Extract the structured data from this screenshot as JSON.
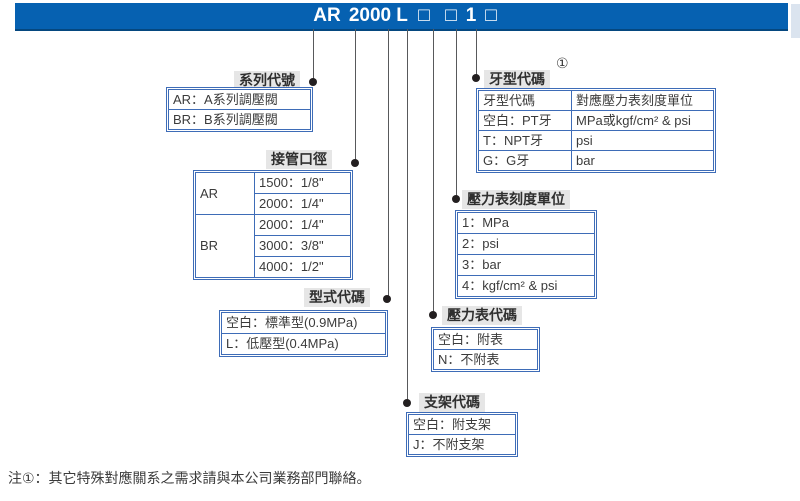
{
  "header": {
    "model_parts": [
      "AR",
      "2000",
      "L",
      "□",
      "□",
      "1",
      "□"
    ]
  },
  "blocks": {
    "series": {
      "label": "系列代號",
      "rows": [
        "AR：A系列調壓閥",
        "BR：B系列調壓閥"
      ]
    },
    "port": {
      "label": "接管口徑",
      "groups": [
        {
          "code": "AR",
          "sizes": [
            "1500：1/8\"",
            "2000：1/4\""
          ]
        },
        {
          "code": "BR",
          "sizes": [
            "2000：1/4\"",
            "3000：3/8\"",
            "4000：1/2\""
          ]
        }
      ]
    },
    "type": {
      "label": "型式代碼",
      "rows": [
        "空白：標準型(0.9MPa)",
        "L：低壓型(0.4MPa)"
      ]
    },
    "thread": {
      "label": "牙型代碼",
      "footnote_mark": "①",
      "header_row": [
        "牙型代碼",
        "對應壓力表刻度單位"
      ],
      "rows": [
        [
          "空白：PT牙",
          "MPa或kgf/cm² & psi"
        ],
        [
          "T：NPT牙",
          "psi"
        ],
        [
          "G：G牙",
          "bar"
        ]
      ]
    },
    "gauge_unit": {
      "label": "壓力表刻度單位",
      "rows": [
        "1：MPa",
        "2：psi",
        "3：bar",
        "4：kgf/cm² & psi"
      ]
    },
    "gauge_code": {
      "label": "壓力表代碼",
      "rows": [
        "空白：附表",
        "N：不附表"
      ]
    },
    "bracket": {
      "label": "支架代碼",
      "rows": [
        "空白：附支架",
        "J：不附支架"
      ]
    }
  },
  "note": "注①：其它特殊對應關系之需求請與本公司業務部門聯絡。",
  "colors": {
    "header_bar": "#0661b1",
    "header_bar_edge": "#05477f",
    "table_border": "#3e6cb7",
    "label_bg": "#e6e6e6",
    "text": "#3b3b3b",
    "connector_line": "#58595b",
    "dot": "#231f20"
  }
}
